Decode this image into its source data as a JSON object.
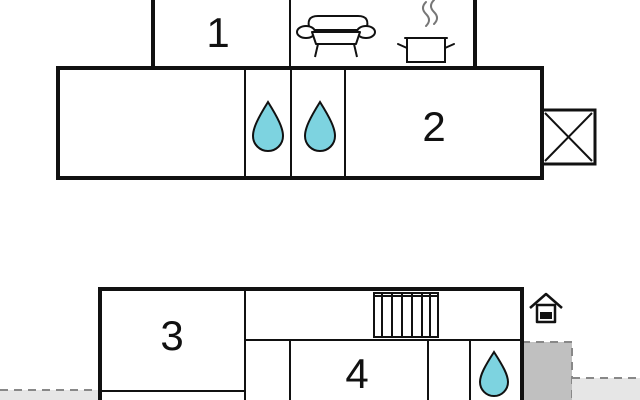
{
  "floor_plan": {
    "room_labels": {
      "room_1": "1",
      "room_2": "2",
      "room_3": "3",
      "room_4": "4"
    },
    "icons": [
      "sofa-icon",
      "cooking-pot-icon",
      "water-drop-icon",
      "staircase-icon",
      "house-entrance-icon",
      "window-icon"
    ],
    "colors": {
      "wall": "#111111",
      "water_drop": "#7dd3e0",
      "terrace_fill": "#e6e6e6",
      "terrace_dark": "#c0c0c0"
    }
  }
}
